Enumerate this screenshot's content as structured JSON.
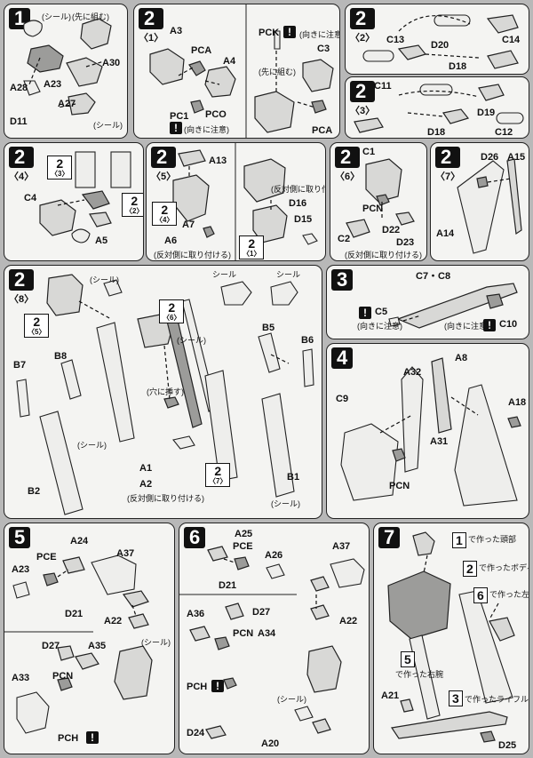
{
  "steps": [
    {
      "id": "1",
      "sub": "",
      "labels": [
        "(シール)",
        "(先に組む)",
        "A23",
        "A30",
        "A28",
        "A27",
        "D11",
        "(シール)"
      ]
    },
    {
      "id": "2",
      "sub": "〈1〉",
      "labels": [
        "A3",
        "PCA",
        "A4",
        "PC1",
        "PCO",
        "(向きに注意)",
        "PCK",
        "(向きに注意)",
        "C3",
        "(先に組む)",
        "PCA"
      ]
    },
    {
      "id": "2",
      "sub": "〈2〉",
      "labels": [
        "C13",
        "D20",
        "D18",
        "C14"
      ]
    },
    {
      "id": "2",
      "sub": "〈3〉",
      "labels": [
        "C11",
        "D19",
        "D18",
        "C12"
      ]
    },
    {
      "id": "2",
      "sub": "〈4〉",
      "labels": [
        "C4",
        "A5",
        "〈3〉",
        "〈2〉"
      ]
    },
    {
      "id": "2",
      "sub": "〈5〉",
      "labels": [
        "A13",
        "〈4〉",
        "A7",
        "A6",
        "(反対側に取り付ける)"
      ]
    },
    {
      "id": "",
      "sub": "",
      "labels": [
        "(反対側に取り付ける)",
        "D16",
        "D15",
        "〈1〉"
      ]
    },
    {
      "id": "2",
      "sub": "〈6〉",
      "labels": [
        "C1",
        "PCN",
        "C2",
        "D22",
        "D23",
        "(反対側に取り付ける)"
      ]
    },
    {
      "id": "2",
      "sub": "〈7〉",
      "labels": [
        "D26",
        "A15",
        "A14"
      ]
    },
    {
      "id": "2",
      "sub": "〈8〉",
      "labels": [
        "(シール)",
        "シール",
        "シール",
        "〈6〉",
        "(シール)",
        "(穴に挿す)",
        "B5",
        "B6",
        "B7",
        "B8",
        "〈5〉",
        "A1",
        "A2",
        "(反対側に取り付ける)",
        "(シール)",
        "〈7〉",
        "B2",
        "B1",
        "(シール)"
      ]
    },
    {
      "id": "3",
      "sub": "",
      "labels": [
        "C7・C8",
        "C5",
        "(向きに注意)",
        "C10",
        "(向きに注意)"
      ]
    },
    {
      "id": "4",
      "sub": "",
      "labels": [
        "A8",
        "C9",
        "A32",
        "A31",
        "A18",
        "PCN"
      ]
    },
    {
      "id": "5",
      "sub": "",
      "labels": [
        "A24",
        "PCE",
        "A23",
        "A37",
        "D21",
        "A22",
        "D27",
        "A35",
        "A33",
        "PCN",
        "(シール)",
        "PCH"
      ]
    },
    {
      "id": "6",
      "sub": "",
      "labels": [
        "A25",
        "PCE",
        "A26",
        "A37",
        "D21",
        "A36",
        "D27",
        "PCN",
        "A34",
        "A22",
        "PCH",
        "(シール)",
        "D24",
        "A20"
      ]
    },
    {
      "id": "7",
      "sub": "",
      "labels": [
        "で作った頭部",
        "で作ったボディ",
        "で作った左腕",
        "で作った右腕",
        "で作ったライフル",
        "A21",
        "D25"
      ]
    }
  ],
  "refs": {
    "r1": "1",
    "r2": "2",
    "r6": "6",
    "r5": "5",
    "r3": "3",
    "s2_3": "2",
    "s2_2": "2",
    "s2_4": "2",
    "s2_1": "2",
    "s2_5": "2",
    "s2_6": "2",
    "s2_7": "2",
    "t3": "〈3〉",
    "t2": "〈2〉",
    "t4": "〈4〉",
    "t1": "〈1〉",
    "t5": "〈5〉",
    "t6": "〈6〉",
    "t7": "〈7〉"
  },
  "seq": [
    "1",
    "2",
    "3",
    "4",
    "5",
    "6",
    "7"
  ]
}
